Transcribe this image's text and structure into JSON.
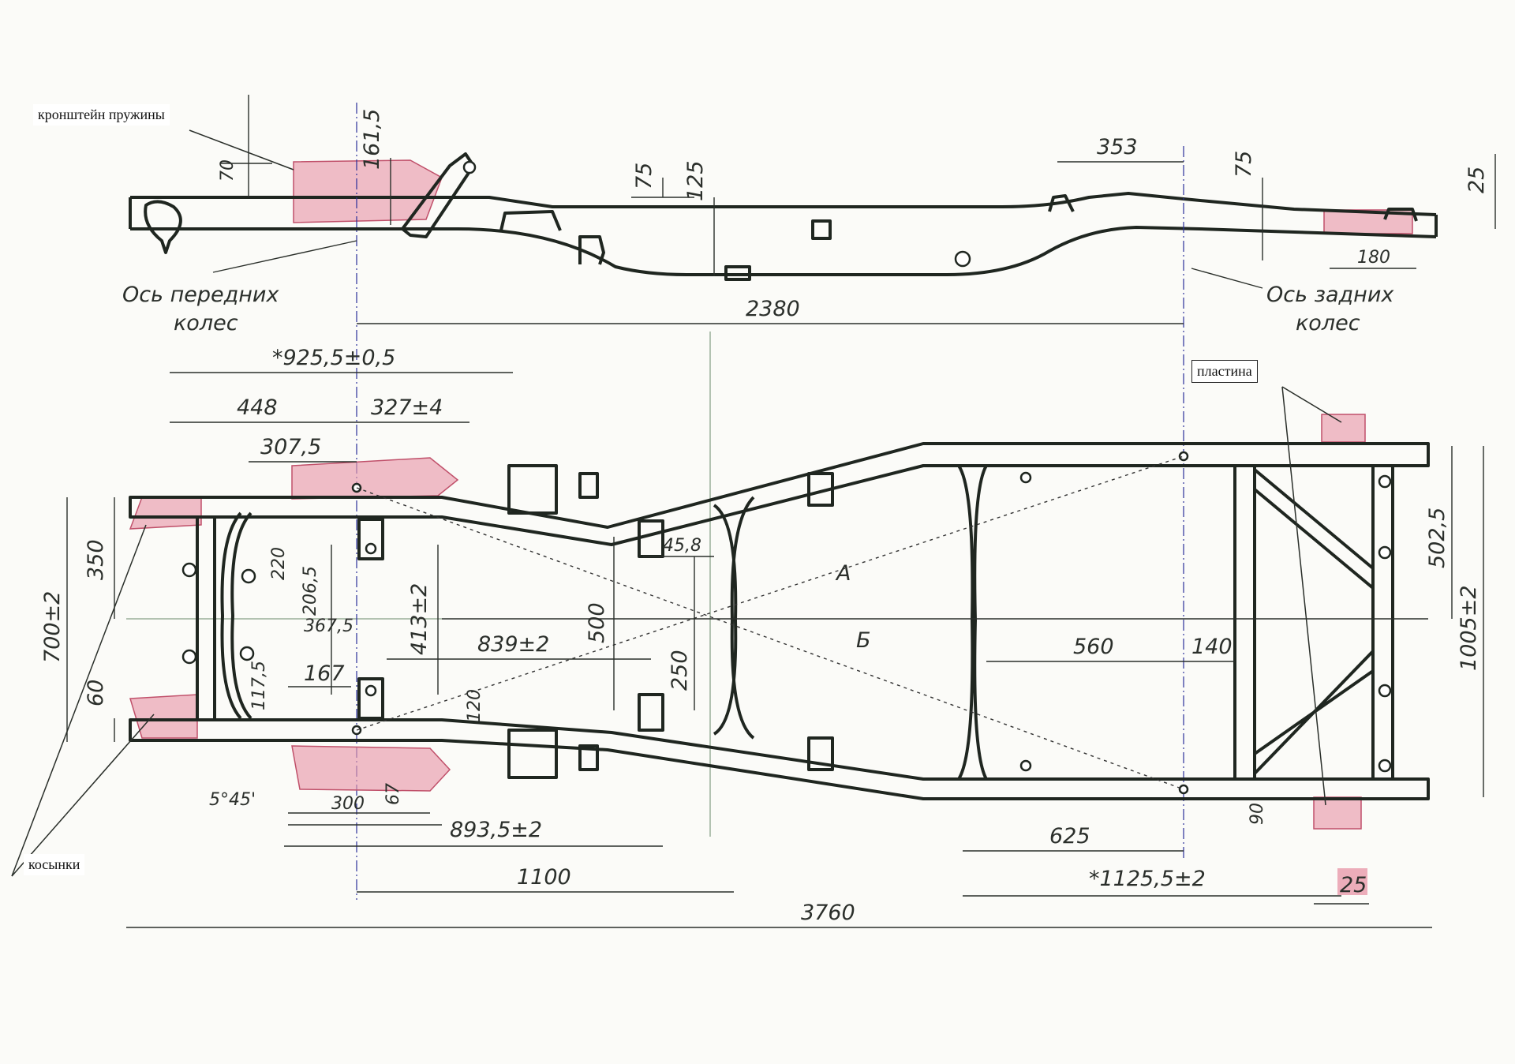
{
  "labels": {
    "spring_bracket": "кронштейн пружины",
    "plate": "пластина",
    "gussets": "косынки",
    "front_axle": [
      "Ось передних",
      "колес"
    ],
    "rear_axle": [
      "Ось задних",
      "колес"
    ],
    "diag_a": "А",
    "diag_b": "Б"
  },
  "dimensions": {
    "side": {
      "d70": "70",
      "d161": "161,5",
      "d75a": "75",
      "d125": "125",
      "d353": "353",
      "d75b": "75",
      "d25": "25",
      "d180": "180",
      "d2380": "2380"
    },
    "plan": {
      "d925": "*925,5±0,5",
      "d448": "448",
      "d327": "327±4",
      "d307": "307,5",
      "d350": "350",
      "d700": "700±2",
      "d60": "60",
      "d220": "220",
      "d206": "206,5",
      "d367": "367,5",
      "d413": "413±2",
      "d117": "117,5",
      "d167": "167",
      "d839": "839±2",
      "d500": "500",
      "d45": "45,8",
      "d250": "250",
      "d120": "120",
      "d560": "560",
      "d140": "140",
      "d502": "502,5",
      "d1005": "1005±2",
      "d90": "90",
      "d545": "5°45'",
      "d300": "300",
      "d67": "67",
      "d893": "893,5±2",
      "d625": "625",
      "d1100": "1100",
      "d1125": "*1125,5±2",
      "d25b": "25",
      "d3760": "3760"
    }
  },
  "colors": {
    "ink": "#1f2620",
    "highlight": "#e89aaa",
    "axis": "#2a2f9a"
  }
}
